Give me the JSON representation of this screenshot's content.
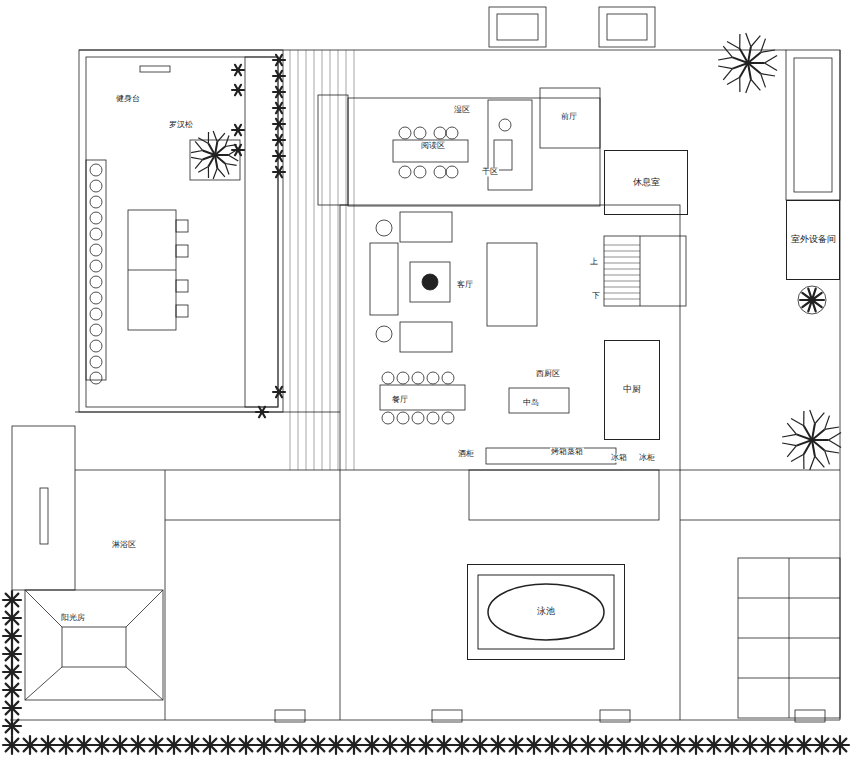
{
  "diagram": {
    "nodes": [
      {
        "text": [
          "休息室"
        ]
      },
      {
        "text": [
          "中厨"
        ]
      },
      {
        "text": [
          "室外设备间"
        ]
      },
      {
        "text": [
          "泳池"
        ]
      }
    ],
    "labels": [
      "健身台",
      "罗汉松",
      "阅读区",
      "湿区",
      "干区",
      "前厅",
      "上",
      "下",
      "客厅",
      "西厨区",
      "中岛",
      "餐厅",
      "酒柜",
      "烤箱蒸箱",
      "冰箱",
      "冰柜",
      "淋浴区",
      "阳光房"
    ]
  }
}
